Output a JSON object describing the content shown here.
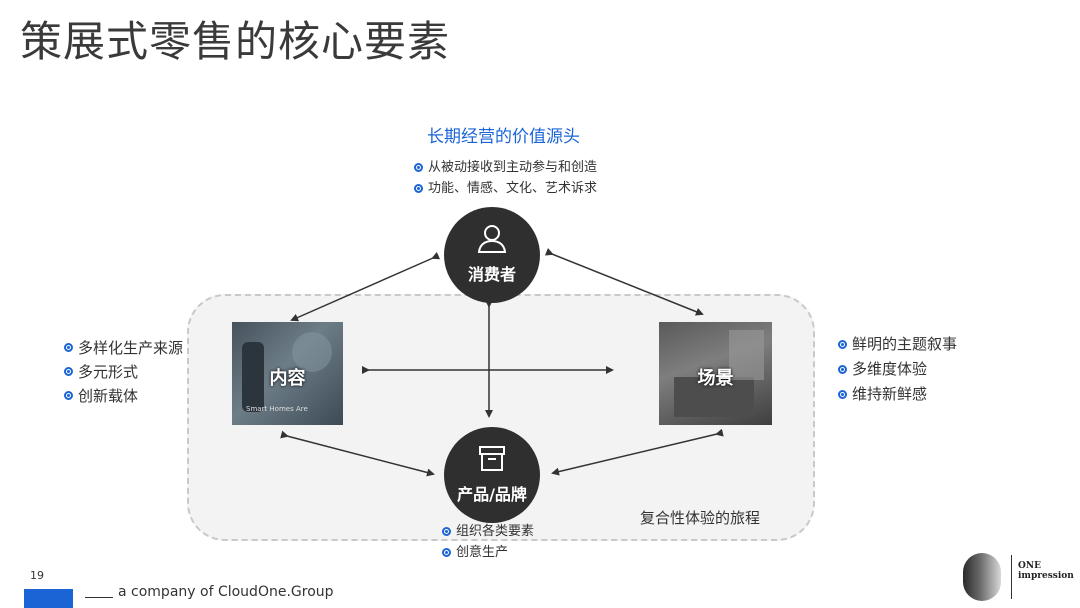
{
  "title": "策展式零售的核心要素",
  "value_title": "长期经营的价值源头",
  "consumer": {
    "label": "消费者",
    "icon": "user-icon",
    "bullets": [
      "从被动接收到主动参与和创造",
      "功能、情感、文化、艺术诉求"
    ]
  },
  "content": {
    "label": "内容",
    "caption": "Smart Homes Are",
    "bullets": [
      "多样化生产来源",
      "多元形式",
      "创新载体"
    ]
  },
  "scene": {
    "label": "场景",
    "bullets": [
      "鲜明的主题叙事",
      "多维度体验",
      "维持新鲜感"
    ]
  },
  "product": {
    "label": "产品/品牌",
    "icon": "box-icon",
    "bullets": [
      "组织各类要素",
      "创意生产"
    ]
  },
  "journey_label": "复合性体验的旅程",
  "footer": {
    "page_number": "19",
    "company_text": "a company of CloudOne.Group",
    "logo_line1": "ONE",
    "logo_line2": "impression"
  },
  "colors": {
    "accent": "#1a64d6",
    "node": "#2f2f2f",
    "panel": "#f3f3f3"
  }
}
